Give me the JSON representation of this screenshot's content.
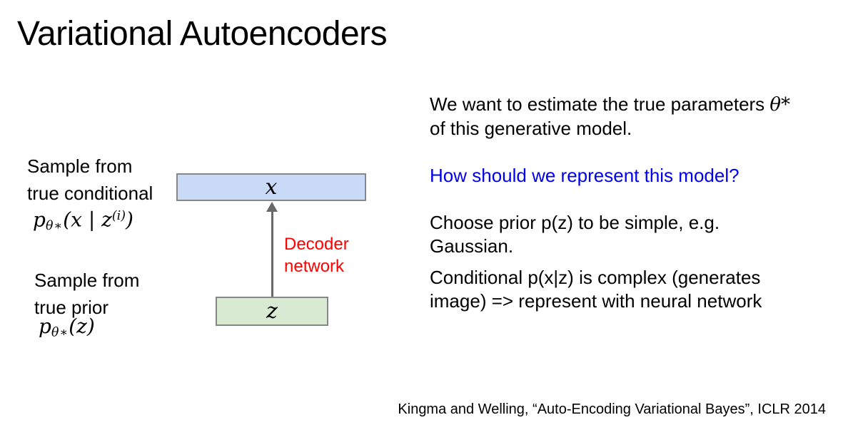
{
  "slide": {
    "title": "Variational Autoencoders",
    "background": "#ffffff"
  },
  "left": {
    "conditional_label": {
      "lines": [
        "Sample from",
        "true conditional"
      ]
    },
    "conditional_math": {
      "base": "p",
      "sub": "θ∗",
      "mid": "(x | z",
      "sup": "(i)",
      "end": ")"
    },
    "prior_label": {
      "lines": [
        "Sample from",
        "true prior"
      ]
    },
    "prior_math": {
      "base": "p",
      "sub": "θ∗",
      "end": "(z)"
    }
  },
  "diagram": {
    "x_node": "x",
    "z_node": "z",
    "arrow_label": {
      "lines": [
        "Decoder",
        "network"
      ]
    },
    "colors": {
      "x_box_fill": "#c9daf8",
      "z_box_fill": "#d9ead3",
      "box_border": "#85878a",
      "arrow": "#696969",
      "arrow_label_text": "#ff0000"
    }
  },
  "right": {
    "intro": {
      "before_theta": "We want to estimate the true parameters ",
      "theta": "θ*",
      "line2": "of this generative model."
    },
    "question": {
      "text": "How should we represent this model?",
      "color": "#0000ee"
    },
    "prior_note": {
      "lines": [
        "Choose prior p(z) to be simple, e.g.",
        "Gaussian."
      ]
    },
    "conditional_note": {
      "lines": [
        "Conditional p(x|z) is complex (generates",
        "image) => represent with neural network"
      ]
    }
  },
  "footer": {
    "citation": "Kingma and Welling, “Auto-Encoding Variational Bayes”, ICLR 2014"
  }
}
